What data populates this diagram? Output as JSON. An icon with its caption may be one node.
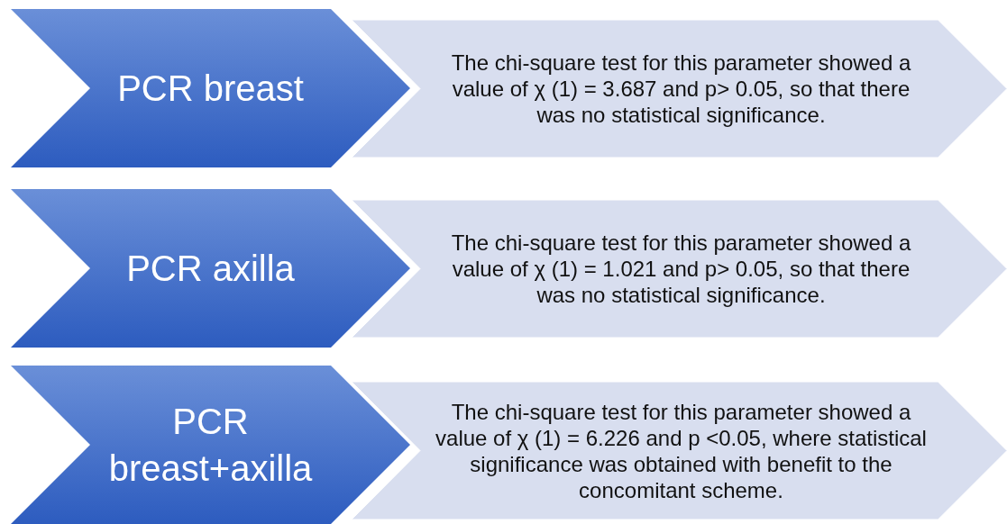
{
  "diagram": {
    "nodes": [
      {
        "text": [
          "PCR breast"
        ]
      },
      {
        "text": [
          "The chi-square test for this parameter showed a value of χ (1) = 3.687 and p> 0.05, so that there was no statistical significance."
        ]
      },
      {
        "text": [
          "PCR axilla"
        ]
      },
      {
        "text": [
          "The chi-square test for this parameter showed a value of χ (1) = 1.021 and p> 0.05, so that there was no statistical significance."
        ]
      },
      {
        "text": [
          "PCR breast+axilla"
        ]
      },
      {
        "text": [
          "The chi-square test for this parameter showed a value of χ (1) = 6.226 and p <0.05, where statistical significance was obtained with benefit to the concomitant scheme."
        ]
      }
    ]
  }
}
